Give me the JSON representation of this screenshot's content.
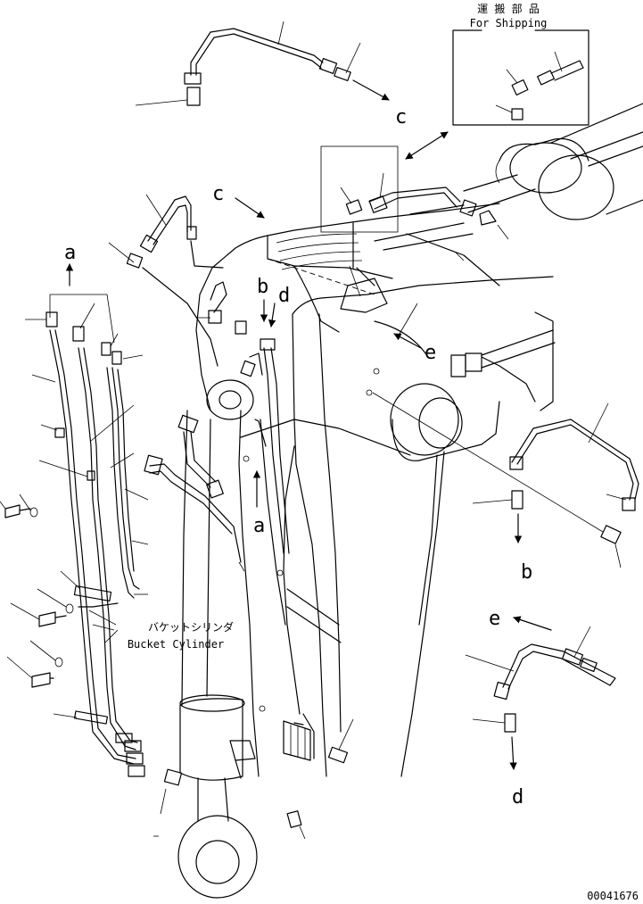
{
  "shipping": {
    "jp": "運 搬 部 品",
    "en": "For Shipping"
  },
  "cylinder": {
    "jp": "バケットシリンダ",
    "en": "Bucket Cylinder"
  },
  "refs": {
    "a": "a",
    "b": "b",
    "c": "c",
    "d": "d",
    "e": "e"
  },
  "code": "00041676"
}
